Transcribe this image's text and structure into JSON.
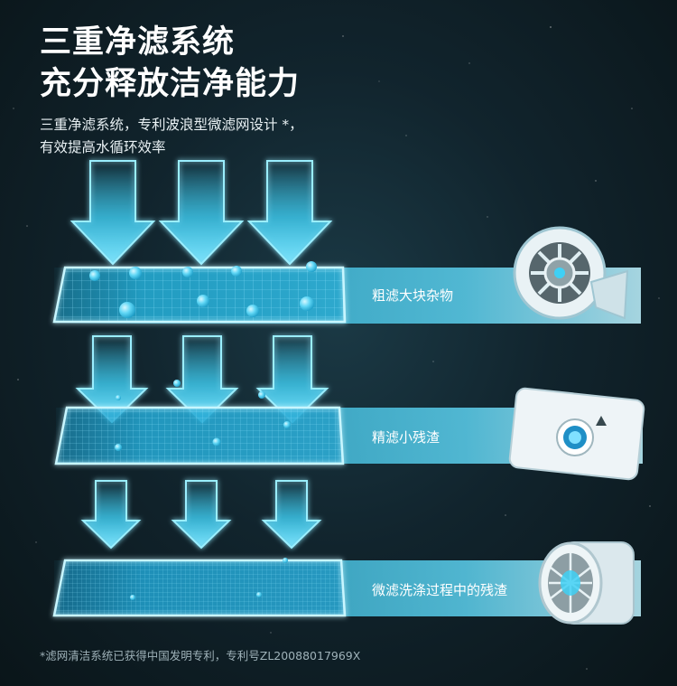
{
  "heading": {
    "line1": "三重净滤系统",
    "line2": "充分释放洁净能力"
  },
  "description": {
    "line1": "三重净滤系统，专利波浪型微滤网设计 *，",
    "line2": "有效提高水循环效率"
  },
  "stages": [
    {
      "label": "粗滤大块杂物",
      "icon": "coarse-filter-basket-icon"
    },
    {
      "label": "精滤小残渣",
      "icon": "fine-filter-plate-icon"
    },
    {
      "label": "微滤洗涤过程中的残渣",
      "icon": "micro-filter-cylinder-icon"
    }
  ],
  "footnote": "*滤网清洁系统已获得中国发明专利，专利号ZL20088017969X",
  "colors": {
    "background": "#11242d",
    "accent": "#3fd0f5",
    "accent_light": "#9aeeff",
    "text": "#ffffff"
  }
}
